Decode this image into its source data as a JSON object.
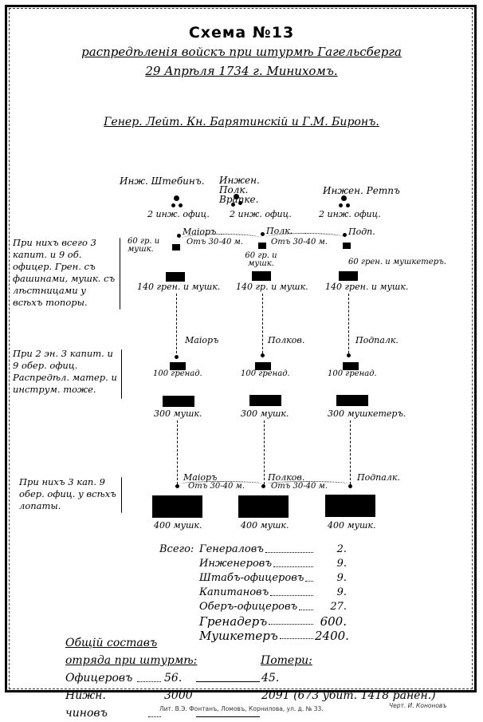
{
  "title": "Схема №13",
  "subtitle_line1": "распредѣленія войскъ при штурмѣ Гагельсберга",
  "subtitle_line2": "29 Апрѣля 1734 г. Минихомъ.",
  "commanders": "Генер. Лейт. Кн. Барятинскій и Г.М. Биронъ.",
  "engineers": [
    {
      "name": "Инж. Штебинъ.",
      "officers": "2 инж. офиц."
    },
    {
      "name": "Инжен. Полк. Врапке.",
      "officers": "2 инж. офиц."
    },
    {
      "name": "Инжен. Ретпъ",
      "officers": "2 инж. офиц."
    }
  ],
  "row1": {
    "note": "При нихъ всего 3 капит. и 9 об. офицер. Грен. съ фашинами, мушк. съ лѣстницами у всѣхъ топоры.",
    "columns": [
      {
        "commander": "Маіоръ",
        "lead": "60 гр. и мушк.",
        "main": "140 грен. и мушк."
      },
      {
        "commander": "Полк.",
        "lead": "60 гр. и мушк.",
        "main": "140 гр. и мушк."
      },
      {
        "commander": "Подп.",
        "lead": "60 грен. и мушкетеръ.",
        "main": "140 грен. и мушк."
      }
    ],
    "gap_labels": [
      "Отъ 30-40 м.",
      "Отъ 30-40 м."
    ]
  },
  "row2": {
    "note": "При 2 эн. 3 капит. и 9 обер. офиц. Распредѣл. матер. и инструм. тоже.",
    "columns": [
      {
        "commander": "Маіоръ",
        "grenadiers": "100 гренад.",
        "musketeers": "300 мушк."
      },
      {
        "commander": "Полков.",
        "grenadiers": "100 гренад.",
        "musketeers": "300 мушк."
      },
      {
        "commander": "Подпалк.",
        "grenadiers": "100 гренад.",
        "musketeers": "300 мушкетеръ."
      }
    ]
  },
  "row3": {
    "note": "При нихъ 3 кап. 9 обер. офиц. у всѣхъ лопаты.",
    "columns": [
      {
        "commander": "Маіоръ",
        "main": "400 мушк."
      },
      {
        "commander": "Полков.",
        "main": "400 мушк."
      },
      {
        "commander": "Подпалк.",
        "main": "400 мушк."
      }
    ],
    "gap_labels": [
      "Отъ 30-40 м.",
      "Отъ 30-40 м."
    ]
  },
  "totals": {
    "heading": "Всего:",
    "rows": [
      {
        "label": "Генераловъ",
        "value": "2."
      },
      {
        "label": "Инженеровъ",
        "value": "9."
      },
      {
        "label": "Штабъ-офицеровъ",
        "value": "9."
      },
      {
        "label": "Капитановъ",
        "value": "9."
      },
      {
        "label": "Оберъ-офицеровъ",
        "value": "27."
      },
      {
        "label": "Гренадеръ",
        "value": "600."
      },
      {
        "label": "Мушкетеръ",
        "value": "2400."
      }
    ]
  },
  "summary": {
    "heading1": "Общій составъ",
    "heading2": "отряда при штурмѣ:",
    "losses_heading": "Потери:",
    "rows": [
      {
        "label": "Офицеровъ",
        "strength": "56.",
        "losses": "45."
      },
      {
        "label": "Нижн. чиновъ",
        "strength": "3000",
        "losses": "2091 (673 убит. 1418 ранен.)"
      }
    ]
  },
  "footer": {
    "printer": "Лит. В.Э. Фонтанъ, Ломовъ, Корнилова, ул. д. № 33.",
    "draftsman": "Черт. И. Кононовъ"
  }
}
